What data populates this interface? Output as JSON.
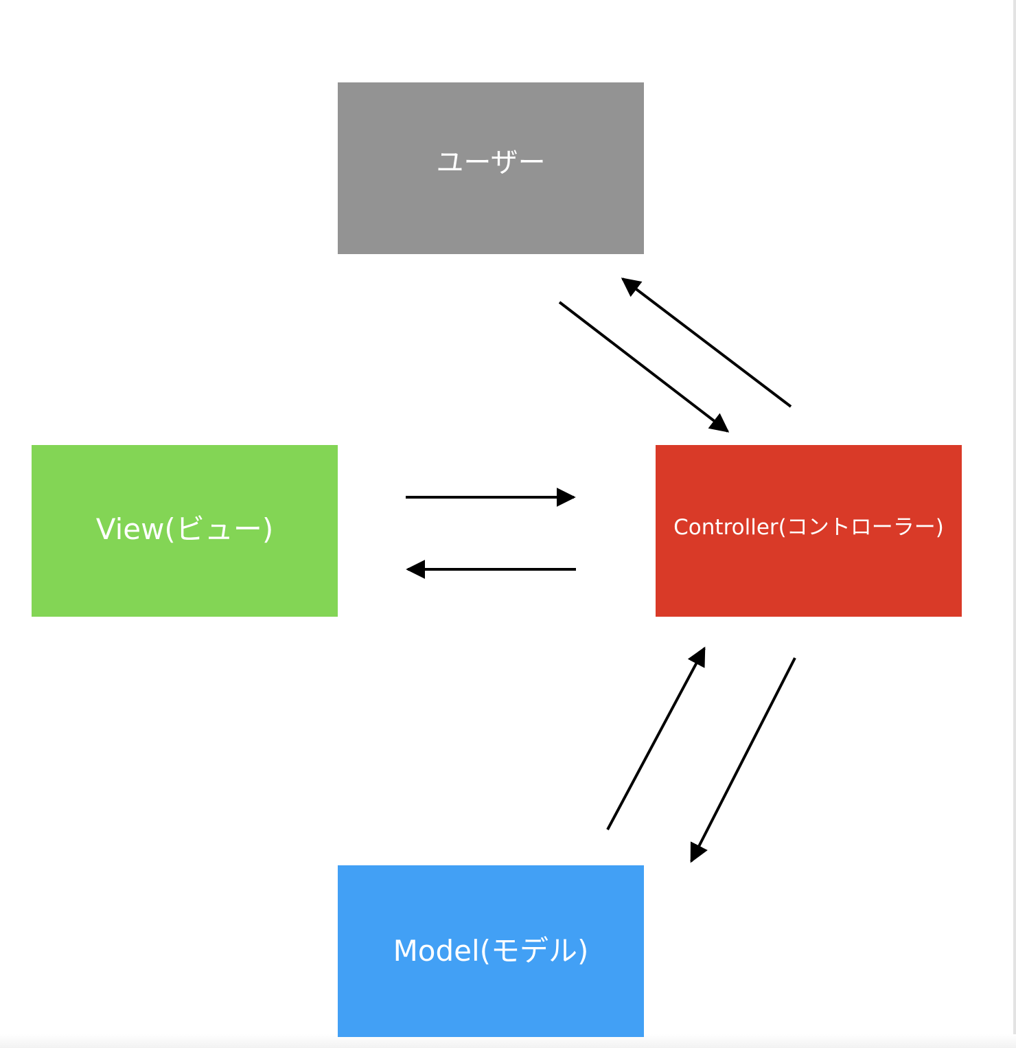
{
  "nodes": {
    "user": {
      "label": "ユーザー",
      "color": "#939393"
    },
    "view": {
      "label": "View(ビュー)",
      "color": "#83d555"
    },
    "controller": {
      "label": "Controller(コントローラー)",
      "color": "#d93a28"
    },
    "model": {
      "label": "Model(モデル)",
      "color": "#42a0f5"
    }
  },
  "edges": [
    {
      "from": "user",
      "to": "controller"
    },
    {
      "from": "controller",
      "to": "user"
    },
    {
      "from": "view",
      "to": "controller"
    },
    {
      "from": "controller",
      "to": "view"
    },
    {
      "from": "model",
      "to": "controller"
    },
    {
      "from": "controller",
      "to": "model"
    }
  ],
  "arrow_color": "#000000"
}
